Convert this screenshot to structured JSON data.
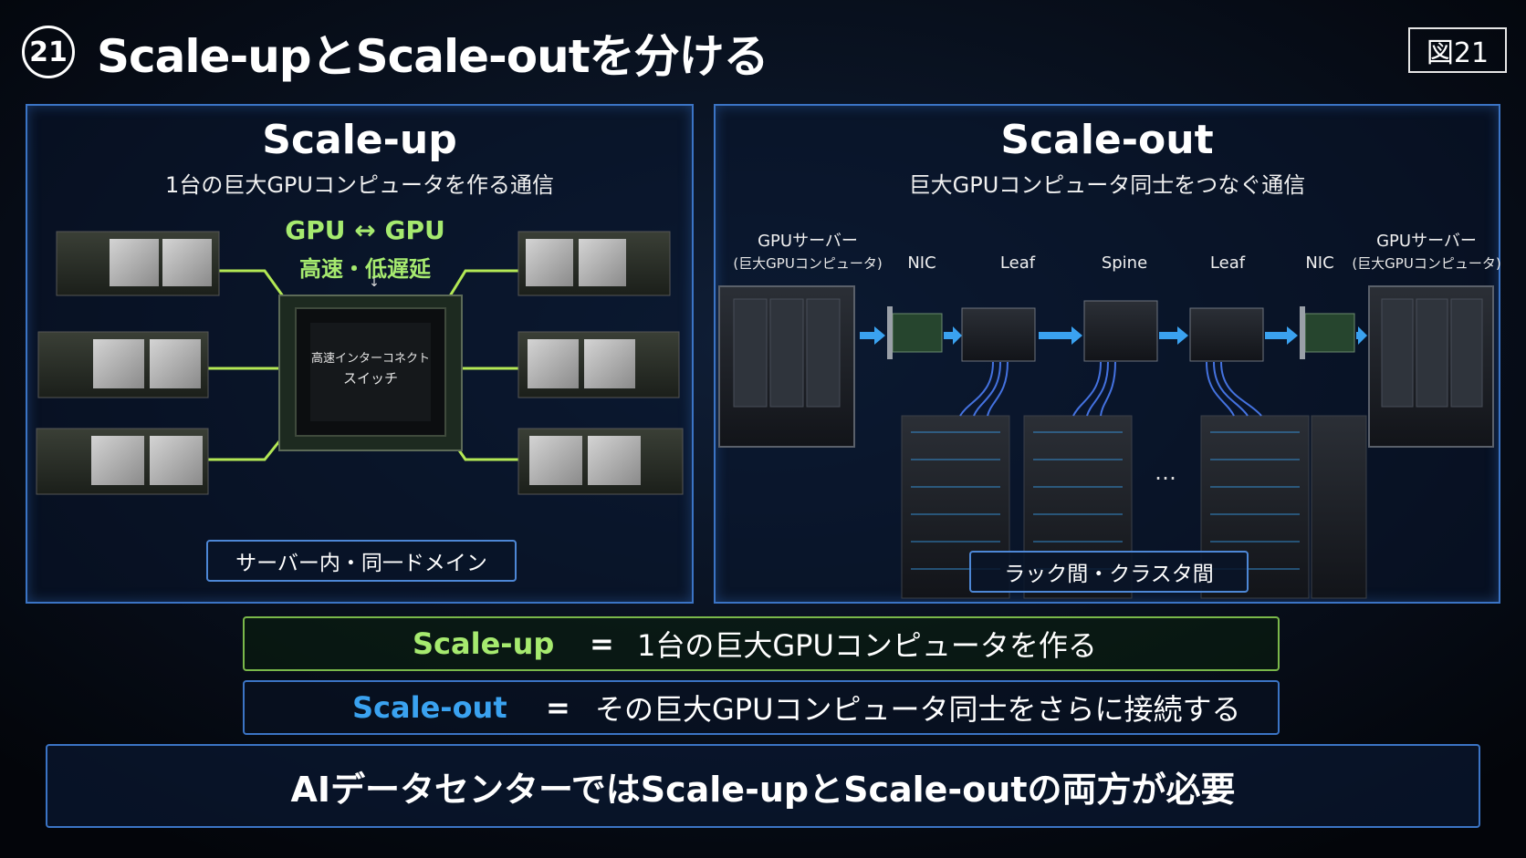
{
  "header": {
    "number": "21",
    "title": "Scale-upとScale-outを分ける",
    "figure_label": "図21"
  },
  "scale_up": {
    "title": "Scale-up",
    "subtitle": "1台の巨大GPUコンピュータを作る通信",
    "link_title": "GPU ↔ GPU",
    "link_desc": "高速・低遅延",
    "arrow": "↓",
    "switch_label_1": "高速インターコネクト",
    "switch_label_2": "スイッチ",
    "domain_tag": "サーバー内・同一ドメイン"
  },
  "scale_out": {
    "title": "Scale-out",
    "subtitle": "巨大GPUコンピュータ同士をつなぐ通信",
    "nodes": [
      {
        "label": "GPUサーバー",
        "sub": "(巨大GPUコンピュータ)"
      },
      {
        "label": "NIC"
      },
      {
        "label": "Leaf"
      },
      {
        "label": "Spine"
      },
      {
        "label": "Leaf"
      },
      {
        "label": "NIC"
      },
      {
        "label": "GPUサーバー",
        "sub": "(巨大GPUコンピュータ)"
      }
    ],
    "ellipsis": "…",
    "domain_tag": "ラック間・クラスタ間"
  },
  "definitions": {
    "up_term": "Scale-up",
    "up_eq": "=",
    "up_text": "1台の巨大GPUコンピュータを作る",
    "out_term": "Scale-out",
    "out_eq": "=",
    "out_text": "その巨大GPUコンピュータ同士をさらに接続する"
  },
  "footer": {
    "text": "AIデータセンターではScale-upとScale-outの両方が必要"
  },
  "colors": {
    "accent_green": "#a6ea6f",
    "accent_blue": "#3aa2f0",
    "panel_border": "#3b74c5",
    "background": "#04060b"
  }
}
